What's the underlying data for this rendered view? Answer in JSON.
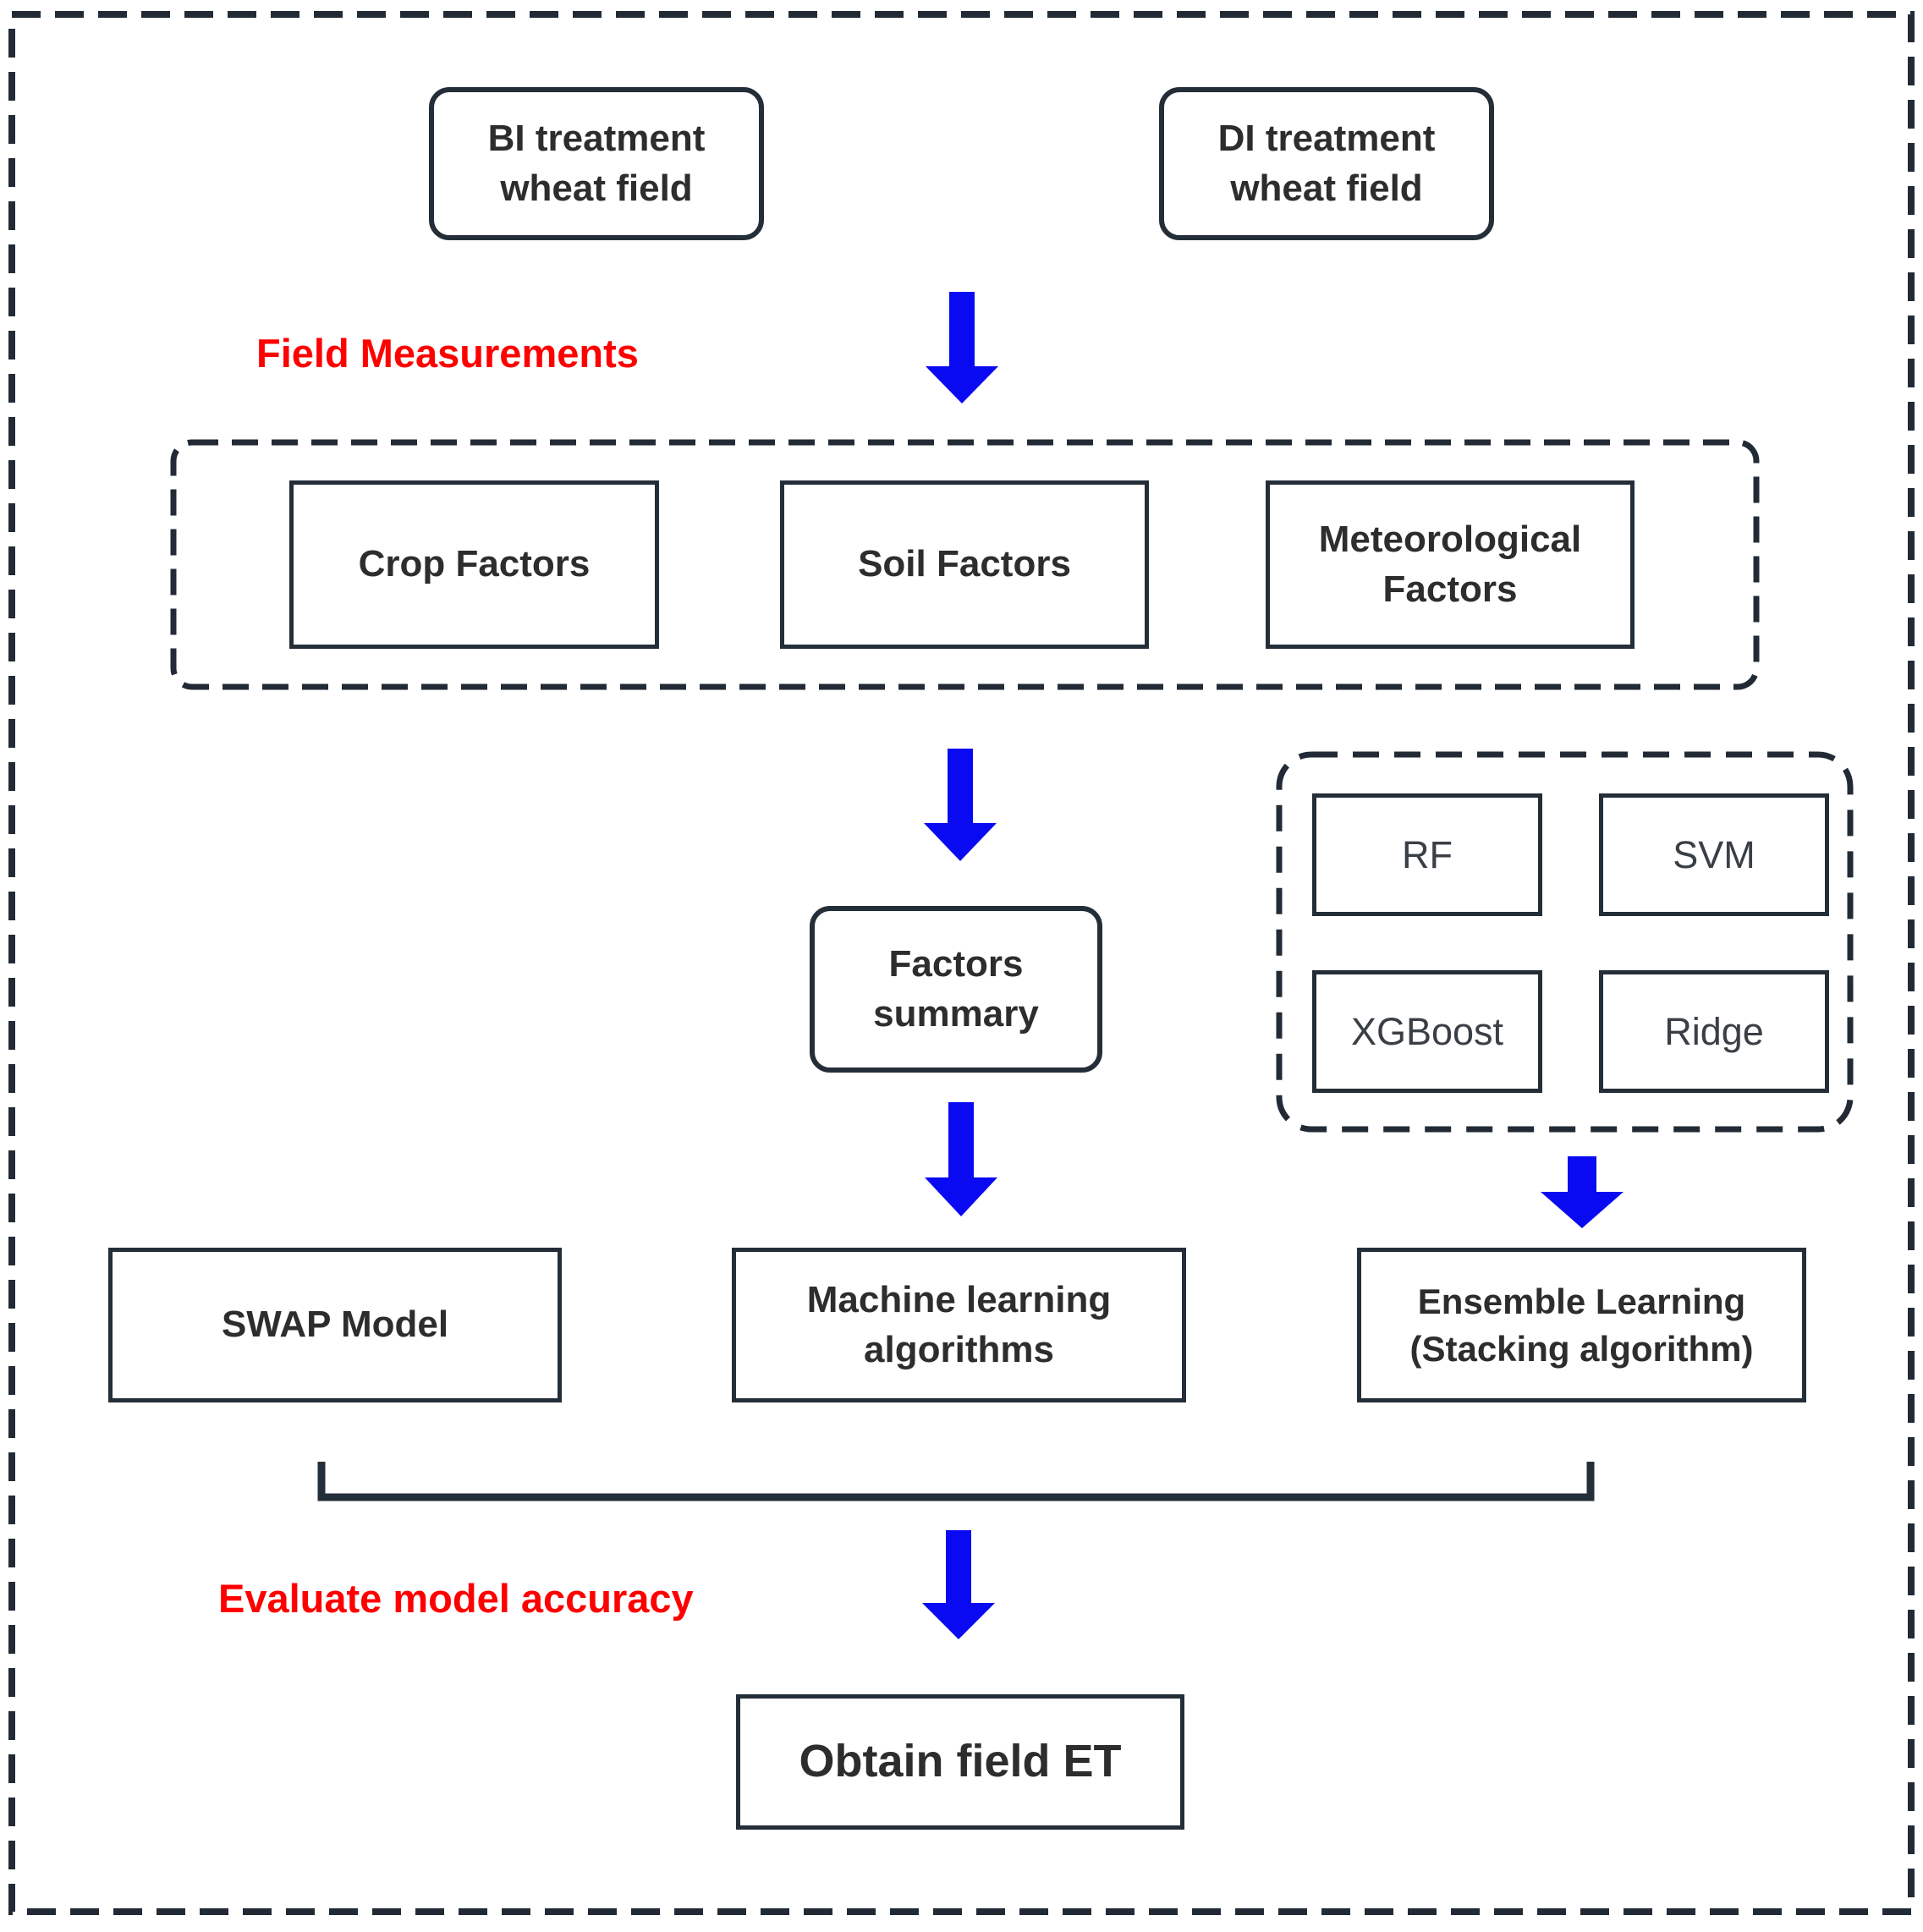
{
  "diagram": {
    "type": "flowchart",
    "colors": {
      "arrow_blue": "#0a0af2",
      "annotation_red": "#fe0000",
      "line_dark": "#222b35",
      "text_dark": "#2d2d2d",
      "background": "#ffffff"
    },
    "nodes": {
      "bi": {
        "label": "BI treatment wheat field"
      },
      "di": {
        "label": "DI treatment wheat field"
      },
      "crop": {
        "label": "Crop Factors"
      },
      "soil": {
        "label": "Soil Factors"
      },
      "met": {
        "label": "Meteorological Factors"
      },
      "factors_summary": {
        "label": "Factors summary"
      },
      "rf": {
        "label": "RF"
      },
      "svm": {
        "label": "SVM"
      },
      "xgboost": {
        "label": "XGBoost"
      },
      "ridge": {
        "label": "Ridge"
      },
      "swap": {
        "label": "SWAP Model"
      },
      "ml": {
        "label": "Machine learning algorithms"
      },
      "ensemble": {
        "label": "Ensemble Learning (Stacking algorithm)"
      },
      "et": {
        "label": "Obtain field ET"
      }
    },
    "annotations": {
      "field_measurements": "Field Measurements",
      "evaluate": "Evaluate model accuracy"
    }
  }
}
